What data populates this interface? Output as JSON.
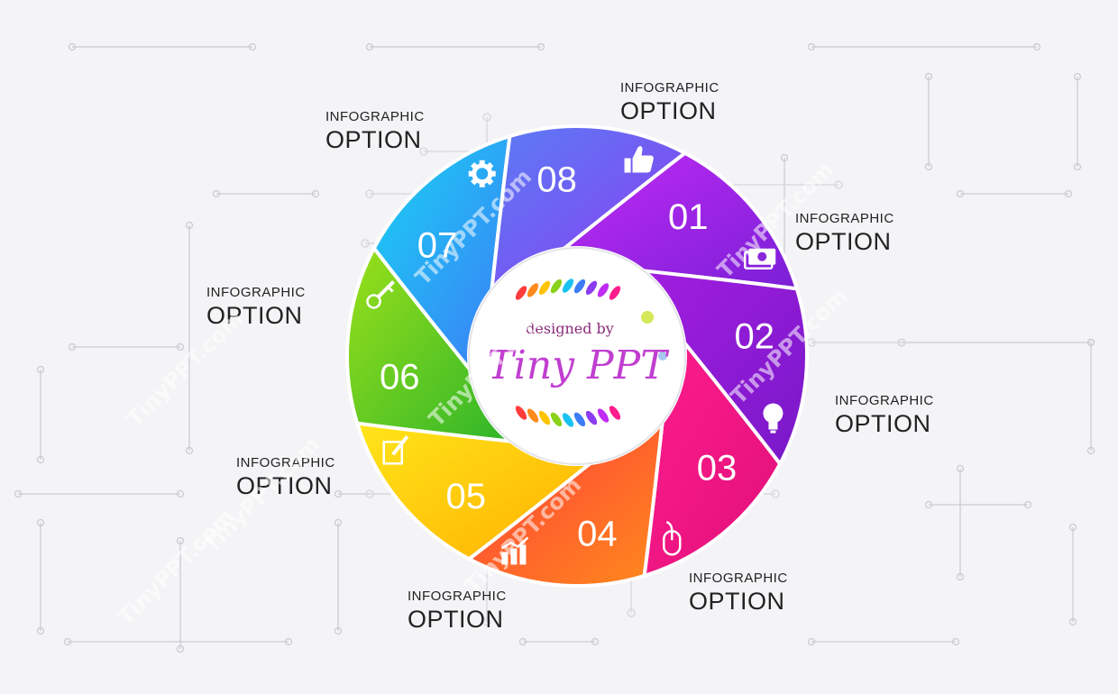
{
  "segments": [
    {
      "number": "01",
      "icon": "money-icon",
      "color_start": "#c02bf5",
      "color_end": "#7a1fd6",
      "label_small": "INFOGRAPHIC",
      "label_big": "OPTION"
    },
    {
      "number": "02",
      "icon": "lightbulb-icon",
      "color_start": "#a21ee0",
      "color_end": "#7818c8",
      "label_small": "INFOGRAPHIC",
      "label_big": "OPTION"
    },
    {
      "number": "03",
      "icon": "mouse-icon",
      "color_start": "#ff1c8c",
      "color_end": "#e0107a",
      "label_small": "INFOGRAPHIC",
      "label_big": "OPTION"
    },
    {
      "number": "04",
      "icon": "chart-icon",
      "color_start": "#ff3b3b",
      "color_end": "#ff8a1c",
      "label_small": "INFOGRAPHIC",
      "label_big": "OPTION"
    },
    {
      "number": "05",
      "icon": "edit-icon",
      "color_start": "#ffe51a",
      "color_end": "#ffb000",
      "label_small": "INFOGRAPHIC",
      "label_big": "OPTION"
    },
    {
      "number": "06",
      "icon": "key-icon",
      "color_start": "#9be01a",
      "color_end": "#2fb52a",
      "label_small": "INFOGRAPHIC",
      "label_big": "OPTION"
    },
    {
      "number": "07",
      "icon": "gear-icon",
      "color_start": "#19d3f5",
      "color_end": "#3c7cf5",
      "label_small": "INFOGRAPHIC",
      "label_big": "OPTION"
    },
    {
      "number": "08",
      "icon": "thumbs-up-icon",
      "color_start": "#5b7cf5",
      "color_end": "#8a3cf0",
      "label_small": "INFOGRAPHIC",
      "label_big": "OPTION"
    }
  ],
  "center": {
    "line1": "designed by",
    "line2": "Tiny PPT"
  },
  "watermark": "TinyPPT.com"
}
